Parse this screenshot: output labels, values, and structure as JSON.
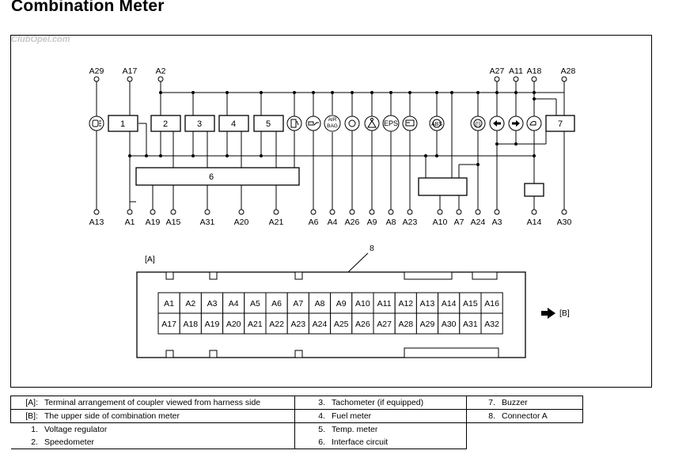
{
  "title": "Combination Meter",
  "watermark": "ClubOpel.com",
  "wiring": {
    "top_terminals": [
      "A29",
      "A17",
      "A2",
      "A27",
      "A11",
      "A18",
      "A28"
    ],
    "bottom_terminals": [
      "A13",
      "A1",
      "A19",
      "A15",
      "A31",
      "A20",
      "A21",
      "A6",
      "A4",
      "A26",
      "A9",
      "A8",
      "A23",
      "A10",
      "A7",
      "A24",
      "A3",
      "A14",
      "A30"
    ],
    "blocks": [
      "1",
      "2",
      "3",
      "4",
      "5",
      "6",
      "7"
    ],
    "indicator_labels": {
      "airbag": "AIR BAG",
      "eps": "EPS"
    },
    "icons": [
      "light-indicator-icon",
      "fuel-indicator-icon",
      "oil-pressure-icon",
      "airbag-indicator-icon",
      "charge-indicator-icon",
      "seatbelt-indicator-icon",
      "eps-indicator-icon",
      "battery-indicator-icon",
      "abs-indicator-icon",
      "brake-indicator-icon",
      "turn-left-icon",
      "turn-right-icon",
      "engine-check-icon"
    ]
  },
  "coupler": {
    "view_label": "[A]",
    "callout": "8",
    "row1": [
      "A1",
      "A2",
      "A3",
      "A4",
      "A5",
      "A6",
      "A7",
      "A8",
      "A9",
      "A10",
      "A11",
      "A12",
      "A13",
      "A14",
      "A15",
      "A16"
    ],
    "row2": [
      "A17",
      "A18",
      "A19",
      "A20",
      "A21",
      "A22",
      "A23",
      "A24",
      "A25",
      "A26",
      "A27",
      "A28",
      "A29",
      "A30",
      "A31",
      "A32"
    ],
    "side_label": "[B]"
  },
  "legend": [
    [
      {
        "k": "[A]:",
        "v": "Terminal arrangement of coupler viewed from harness side"
      },
      {
        "k": "3.",
        "v": "Tachometer (if equipped)"
      },
      {
        "k": "7.",
        "v": "Buzzer"
      }
    ],
    [
      {
        "k": "[B]:",
        "v": "The upper side of combination meter"
      },
      {
        "k": "4.",
        "v": "Fuel meter"
      },
      {
        "k": "8.",
        "v": "Connector A"
      }
    ],
    [
      {
        "k": "1.",
        "v": "Voltage regulator"
      },
      {
        "k": "5.",
        "v": "Temp. meter"
      },
      {
        "k": "",
        "v": ""
      }
    ],
    [
      {
        "k": "2.",
        "v": "Speedometer"
      },
      {
        "k": "6.",
        "v": "Interface circuit"
      },
      {
        "k": "",
        "v": ""
      }
    ]
  ]
}
